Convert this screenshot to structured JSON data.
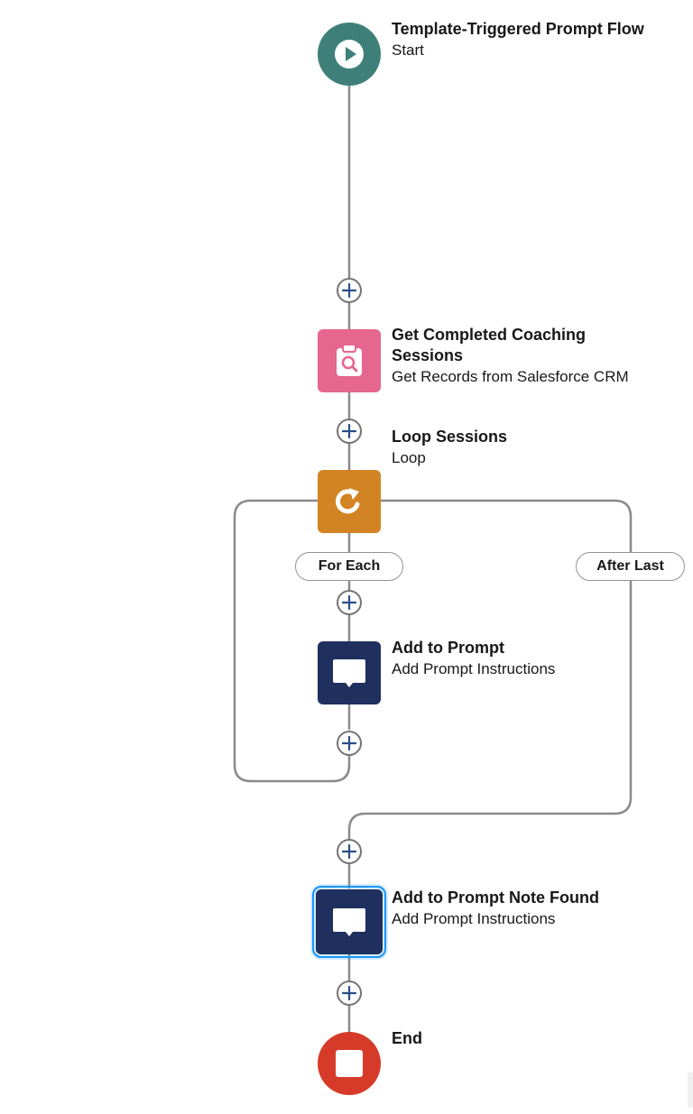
{
  "colors": {
    "start": "#3e8079",
    "get_records": "#e5668e",
    "loop": "#d28424",
    "prompt": "#1f2f5e",
    "end": "#d53b28",
    "connector": "#8a8a8a",
    "plus": "#2b4e87"
  },
  "icons": {
    "start": "play-icon",
    "get_records": "clipboard-search-icon",
    "loop": "loop-arrow-icon",
    "prompt": "message-bubble-icon",
    "end": "stop-icon",
    "add": "plus-icon"
  },
  "flow": {
    "start": {
      "title": "Template-Triggered Prompt Flow",
      "subtitle": "Start"
    },
    "get_sessions": {
      "title": "Get Completed Coaching Sessions",
      "subtitle": "Get Records from Salesforce CRM"
    },
    "loop": {
      "title": "Loop Sessions",
      "subtitle": "Loop"
    },
    "for_each": "For Each",
    "after_last": "After Last",
    "add_prompt": {
      "title": "Add to Prompt",
      "subtitle": "Add Prompt Instructions"
    },
    "add_prompt_note": {
      "title": "Add to Prompt Note Found",
      "subtitle": "Add Prompt Instructions"
    },
    "end": {
      "title": "End"
    }
  }
}
